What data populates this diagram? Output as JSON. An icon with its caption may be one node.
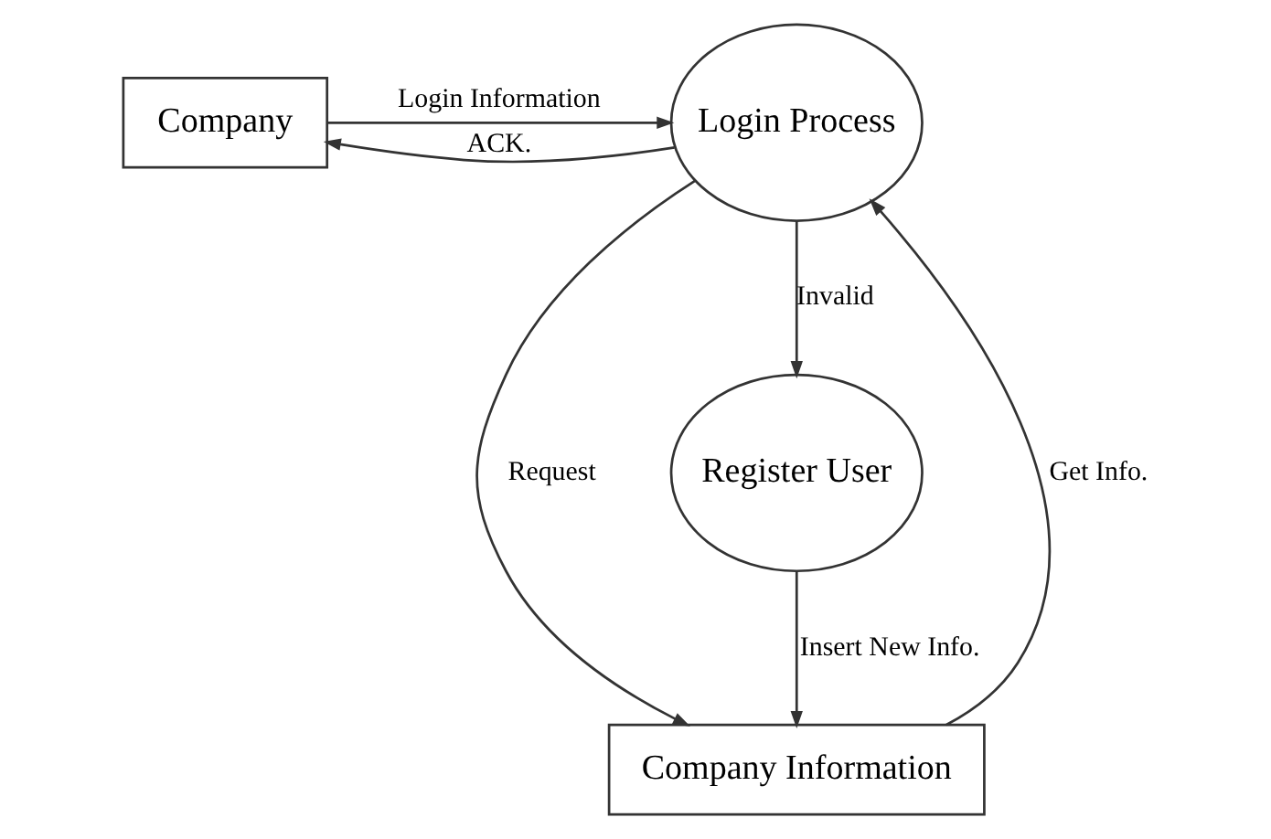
{
  "diagram": {
    "nodes": [
      {
        "text": [
          "Company"
        ]
      },
      {
        "text": [
          "Login Process"
        ]
      },
      {
        "text": [
          "Company Information"
        ]
      },
      {
        "text": [
          "Register User"
        ]
      }
    ],
    "edges": [
      {
        "from": 0,
        "to": 1,
        "arrow": "to",
        "label": "Login Information"
      },
      {
        "from": 1,
        "to": 0,
        "arrow": "to",
        "label": "ACK."
      },
      {
        "from": 1,
        "to": 2,
        "arrow": "to",
        "label": "Request"
      },
      {
        "from": 2,
        "to": 1,
        "arrow": "to",
        "label": "Get Info."
      },
      {
        "from": 1,
        "to": 3,
        "arrow": "to",
        "label": "Invalid"
      },
      {
        "from": 3,
        "to": 2,
        "arrow": "to",
        "label": "Insert New Info."
      }
    ]
  }
}
